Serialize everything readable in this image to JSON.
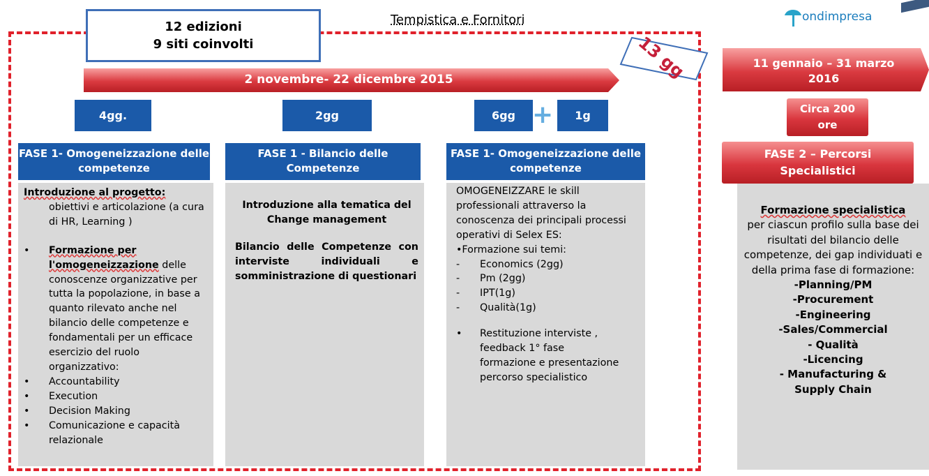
{
  "title": "Tempistica e Fornitori",
  "logo": "ondimpresa",
  "topbox": {
    "line1": "12 edizioni",
    "line2": "9 siti coinvolti"
  },
  "tag": "13 gg",
  "timeline": "2 novembre- 22 dicembre 2015",
  "days": {
    "col1": "4gg.",
    "col2": "2gg",
    "col3a": "6gg",
    "col3b": "1g",
    "plus": "+"
  },
  "right": {
    "date1": "11 gennaio  – 31 marzo",
    "date2": "2016",
    "hours1": "Circa 200",
    "hours2": "ore",
    "phase1": "FASE 2 – Percorsi",
    "phase2": "Specialistici"
  },
  "col1": {
    "head": "FASE 1- Omogeneizzazione delle competenze",
    "intro": "Introduzione al progetto:",
    "intro_sub": "obiettivi e articolazione (a cura di HR, Learning )",
    "bullet_title": "Formazione per l'omogeneizzazione",
    "bullet_rest": " delle conoscenze organizzative per tutta la popolazione, in base a quanto rilevato anche nel bilancio delle competenze e fondamentali per un efficace esercizio del ruolo organizzativo:",
    "items": [
      "Accountability",
      "Execution",
      "Decision Making",
      "Comunicazione e capacità relazionale"
    ]
  },
  "col2": {
    "head": "FASE 1 - Bilancio delle Competenze",
    "p1": "Introduzione alla tematica del Change management",
    "p2": "Bilancio delle Competenze con interviste individuali e somministrazione di questionari"
  },
  "col3": {
    "head": "FASE 1- Omogeneizzazione delle competenze",
    "intro": "OMOGENEIZZARE le skill professionali attraverso la conoscenza dei principali processi operativi di Selex ES:",
    "formazione": "•Formazione sui temi:",
    "items": [
      "Economics (2gg)",
      "Pm (2gg)",
      "IPT(1g)",
      "Qualità(1g)"
    ],
    "bullet": "Restituzione interviste , feedback 1° fase formazione e presentazione percorso specialistico"
  },
  "col4": {
    "intro1": "Formazione specialistica",
    "intro2": "per ciascun profilo sulla base dei risultati del bilancio delle competenze, dei gap individuati e della prima fase di formazione:",
    "items": [
      "-Planning/PM",
      "-Procurement",
      "-Engineering",
      "-Sales/Commercial",
      "- Qualità",
      "-Licencing",
      "- Manufacturing & Supply Chain"
    ]
  }
}
